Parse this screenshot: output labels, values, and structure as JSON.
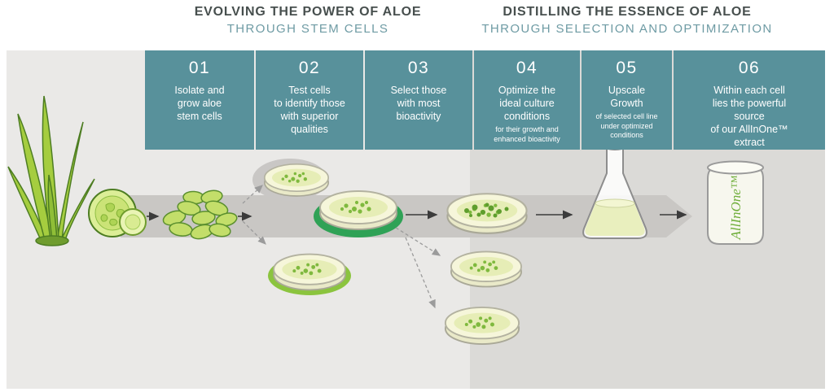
{
  "headers": {
    "left": {
      "title": "EVOLVING THE POWER OF ALOE",
      "subtitle": "THROUGH STEM CELLS"
    },
    "right": {
      "title": "DISTILLING THE ESSENCE OF ALOE",
      "subtitle": "THROUGH SELECTION AND OPTIMIZATION"
    }
  },
  "steps": [
    {
      "number": "01",
      "text": "Isolate and\ngrow aloe\nstem cells",
      "subtext": ""
    },
    {
      "number": "02",
      "text": "Test cells\nto identify those\nwith superior\nqualities",
      "subtext": ""
    },
    {
      "number": "03",
      "text": "Select those\nwith most\nbioactivity",
      "subtext": ""
    },
    {
      "number": "04",
      "text": "Optimize the\nideal culture\nconditions",
      "subtext": "for their growth and\nenhanced bioactivity"
    },
    {
      "number": "05",
      "text": "Upscale\nGrowth",
      "subtext": "of selected cell line\nunder optimized\nconditions"
    },
    {
      "number": "06",
      "text": "Within each cell\nlies the powerful\nsource\nof our AllInOne™\nextract",
      "subtext": ""
    }
  ],
  "jar": {
    "label": "AllInOne™"
  },
  "colors": {
    "teal_box": "#58919b",
    "header_title": "#474f4e",
    "header_subtitle": "#6e9ba4",
    "bg_left": "#eae9e7",
    "bg_right": "#dbdad7",
    "band": "#c9c7c4",
    "green_dark": "#4d7d22",
    "green_mid": "#7fb93e",
    "green_light": "#c3de6a",
    "plate_dark_green": "#2fa256",
    "plate_light_green": "#8bc43e",
    "jar_text_green": "#6fae3a"
  }
}
